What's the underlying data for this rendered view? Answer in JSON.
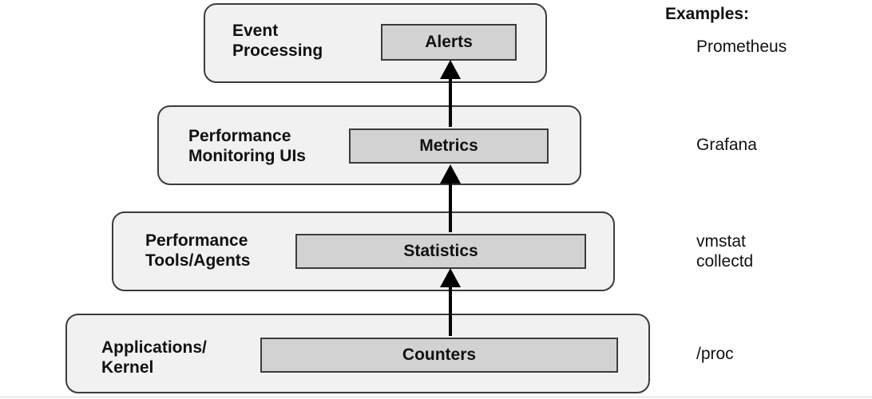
{
  "tiers": [
    {
      "label": "Event\nProcessing",
      "box": "Alerts",
      "example": "Prometheus"
    },
    {
      "label": "Performance\nMonitoring UIs",
      "box": "Metrics",
      "example": "Grafana"
    },
    {
      "label": "Performance\nTools/Agents",
      "box": "Statistics",
      "example": "vmstat\ncollectd"
    },
    {
      "label": "Applications/\nKernel",
      "box": "Counters",
      "example": "/proc"
    }
  ],
  "examples_heading": "Examples:",
  "colors": {
    "tier_fill": "#f1f1f1",
    "box_fill": "#d2d2d2",
    "stroke": "#3c3c3c",
    "arrow": "#000000"
  }
}
